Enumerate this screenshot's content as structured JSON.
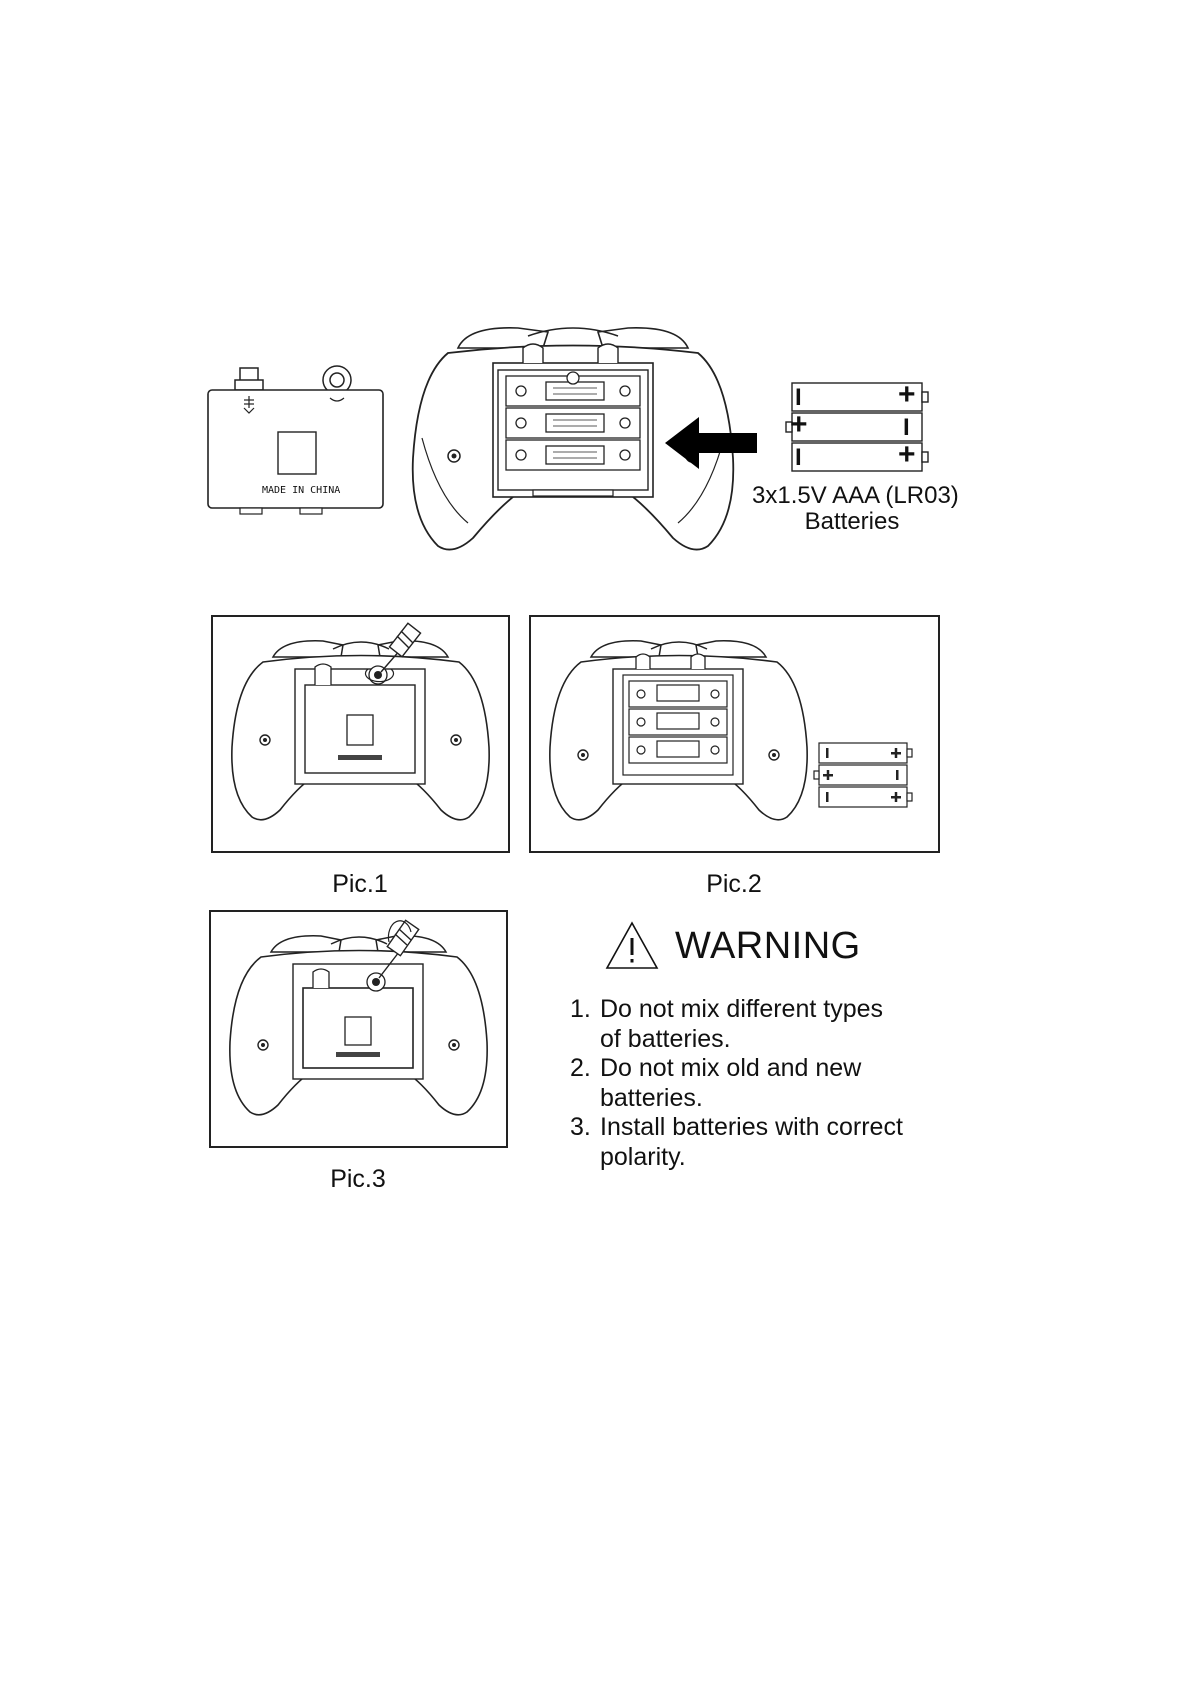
{
  "top": {
    "cover_label": "MADE IN CHINA",
    "battery_caption_line1": "3x1.5V AAA (LR03)",
    "battery_caption_line2": "Batteries"
  },
  "polarity": {
    "plus": "+",
    "minus": "I"
  },
  "pictures": [
    {
      "caption": "Pic.1"
    },
    {
      "caption": "Pic.2"
    },
    {
      "caption": "Pic.3"
    }
  ],
  "warning": {
    "title": "WARNING",
    "icon": "warning-triangle-icon",
    "items": [
      {
        "num": "1.",
        "lines": [
          "Do not mix different types",
          "of batteries."
        ]
      },
      {
        "num": "2.",
        "lines": [
          "Do not mix old and new",
          "batteries."
        ]
      },
      {
        "num": "3.",
        "lines": [
          "Install batteries with correct",
          "polarity."
        ]
      }
    ]
  }
}
